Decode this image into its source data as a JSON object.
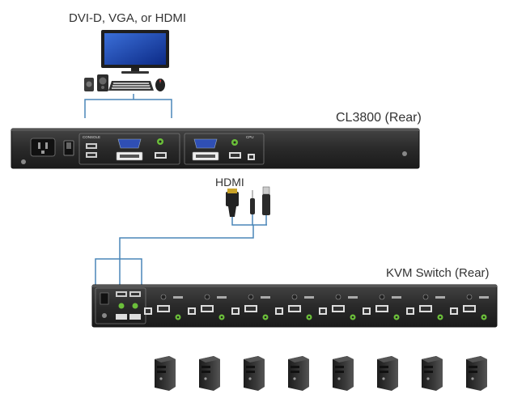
{
  "labels": {
    "display_types": "DVI-D, VGA, or HDMI",
    "cl3800_rear": "CL3800 (Rear)",
    "hdmi": "HDMI",
    "kvm_switch_rear": "KVM Switch (Rear)"
  },
  "panel_text": {
    "console": "CONSOLE",
    "cpu": "CPU"
  },
  "kvm": {
    "port_count": 8
  },
  "computers": {
    "count": 8
  },
  "colors": {
    "cable": "#4a86b8",
    "chassis": "#2b2b2b",
    "port_green": "#6bbf3a",
    "computer": "#2a2a2a"
  }
}
